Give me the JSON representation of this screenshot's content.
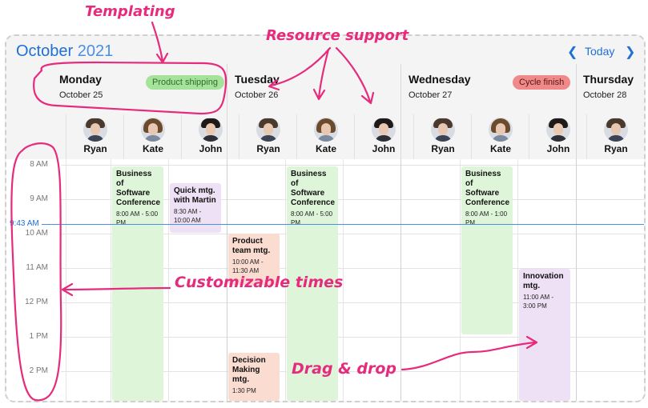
{
  "header": {
    "month": "October",
    "year": "2021",
    "today_label": "Today",
    "prev_icon": "chevron-left-icon",
    "next_icon": "chevron-right-icon"
  },
  "days": [
    {
      "name": "Monday",
      "date": "October 25",
      "badge": "Product shipping"
    },
    {
      "name": "Tuesday",
      "date": "October 26",
      "badge": ""
    },
    {
      "name": "Wednesday",
      "date": "October 27",
      "badge": "Cycle finish"
    },
    {
      "name": "Thursday",
      "date": "October 28",
      "badge": ""
    }
  ],
  "resources": [
    "Ryan",
    "Kate",
    "John",
    "Ryan",
    "Kate",
    "John",
    "Ryan",
    "Kate",
    "John",
    "Ryan"
  ],
  "times": [
    "8 AM",
    "9 AM",
    "10 AM",
    "11 AM",
    "12 PM",
    "1 PM",
    "2 PM"
  ],
  "now_label": "9:43 AM",
  "events": [
    {
      "title": "Business of Software Conference",
      "time": "8:00 AM - 5:00 PM"
    },
    {
      "title": "Quick mtg. with Martin",
      "time": "8:30 AM - 10:00 AM"
    },
    {
      "title": "Product team mtg.",
      "time": "10:00 AM - 11:30 AM"
    },
    {
      "title": "Business of Software Conference",
      "time": "8:00 AM - 5:00 PM"
    },
    {
      "title": "Decision Making mtg.",
      "time": "1:30 PM"
    },
    {
      "title": "Business of Software Conference",
      "time": "8:00 AM - 1:00 PM"
    },
    {
      "title": "Innovation mtg.",
      "time": "11:00 AM - 3:00 PM"
    }
  ],
  "annotations": {
    "templating": "Templating",
    "resource": "Resource support",
    "times": "Customizable times",
    "drag": "Drag & drop"
  },
  "colors": {
    "accent": "#1e6fd6",
    "green_badge": "#a6e39a",
    "red_badge": "#f08a8a",
    "green_event": "#dff5da",
    "purple_event": "#efe1f5",
    "orange_event": "#fadcd0",
    "annotation": "#e62b7d"
  }
}
